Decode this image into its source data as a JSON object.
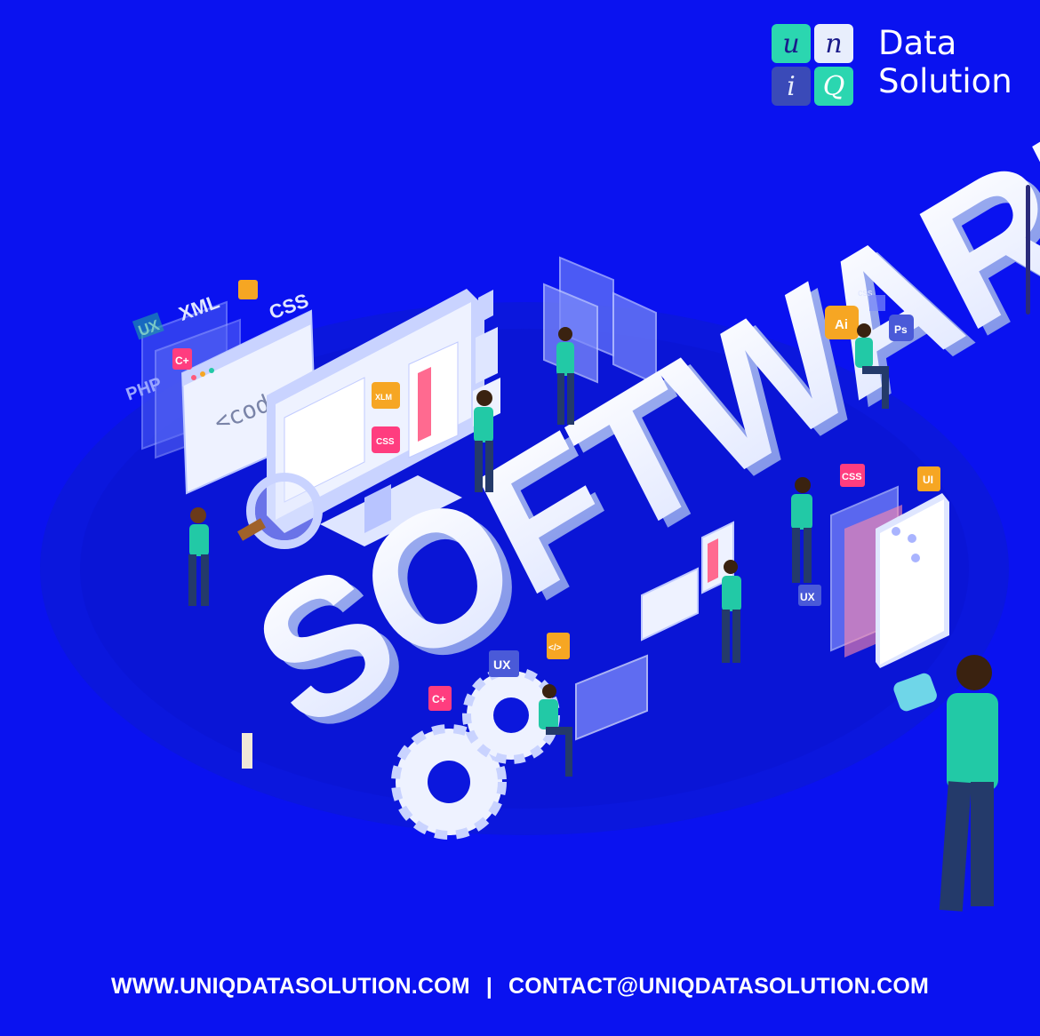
{
  "brand": {
    "logo_letters": [
      "u",
      "n",
      "i",
      "Q"
    ],
    "name_line1": "Data",
    "name_line2": "Solution"
  },
  "hero_word": "SOFTWARE",
  "tags": {
    "ux": "UX",
    "xml": "XML",
    "css": "CSS",
    "php": "PHP",
    "cplus": "C+",
    "code": "<code/>",
    "xlm": "XLM",
    "ai": "Ai",
    "ps": "Ps",
    "css_small": "css",
    "ui": "UI",
    "code_icon": "</>"
  },
  "footer": {
    "website": "WWW.UNIQDATASOLUTION.COM",
    "separator": "|",
    "email": "CONTACT@UNIQDATASOLUTION.COM"
  },
  "colors": {
    "background": "#0a12f0",
    "platform": "#0b15d6",
    "letters": "#e8eefc",
    "accent_teal": "#22c9a6",
    "accent_orange": "#f6a623",
    "accent_pink": "#ff3d7f"
  }
}
